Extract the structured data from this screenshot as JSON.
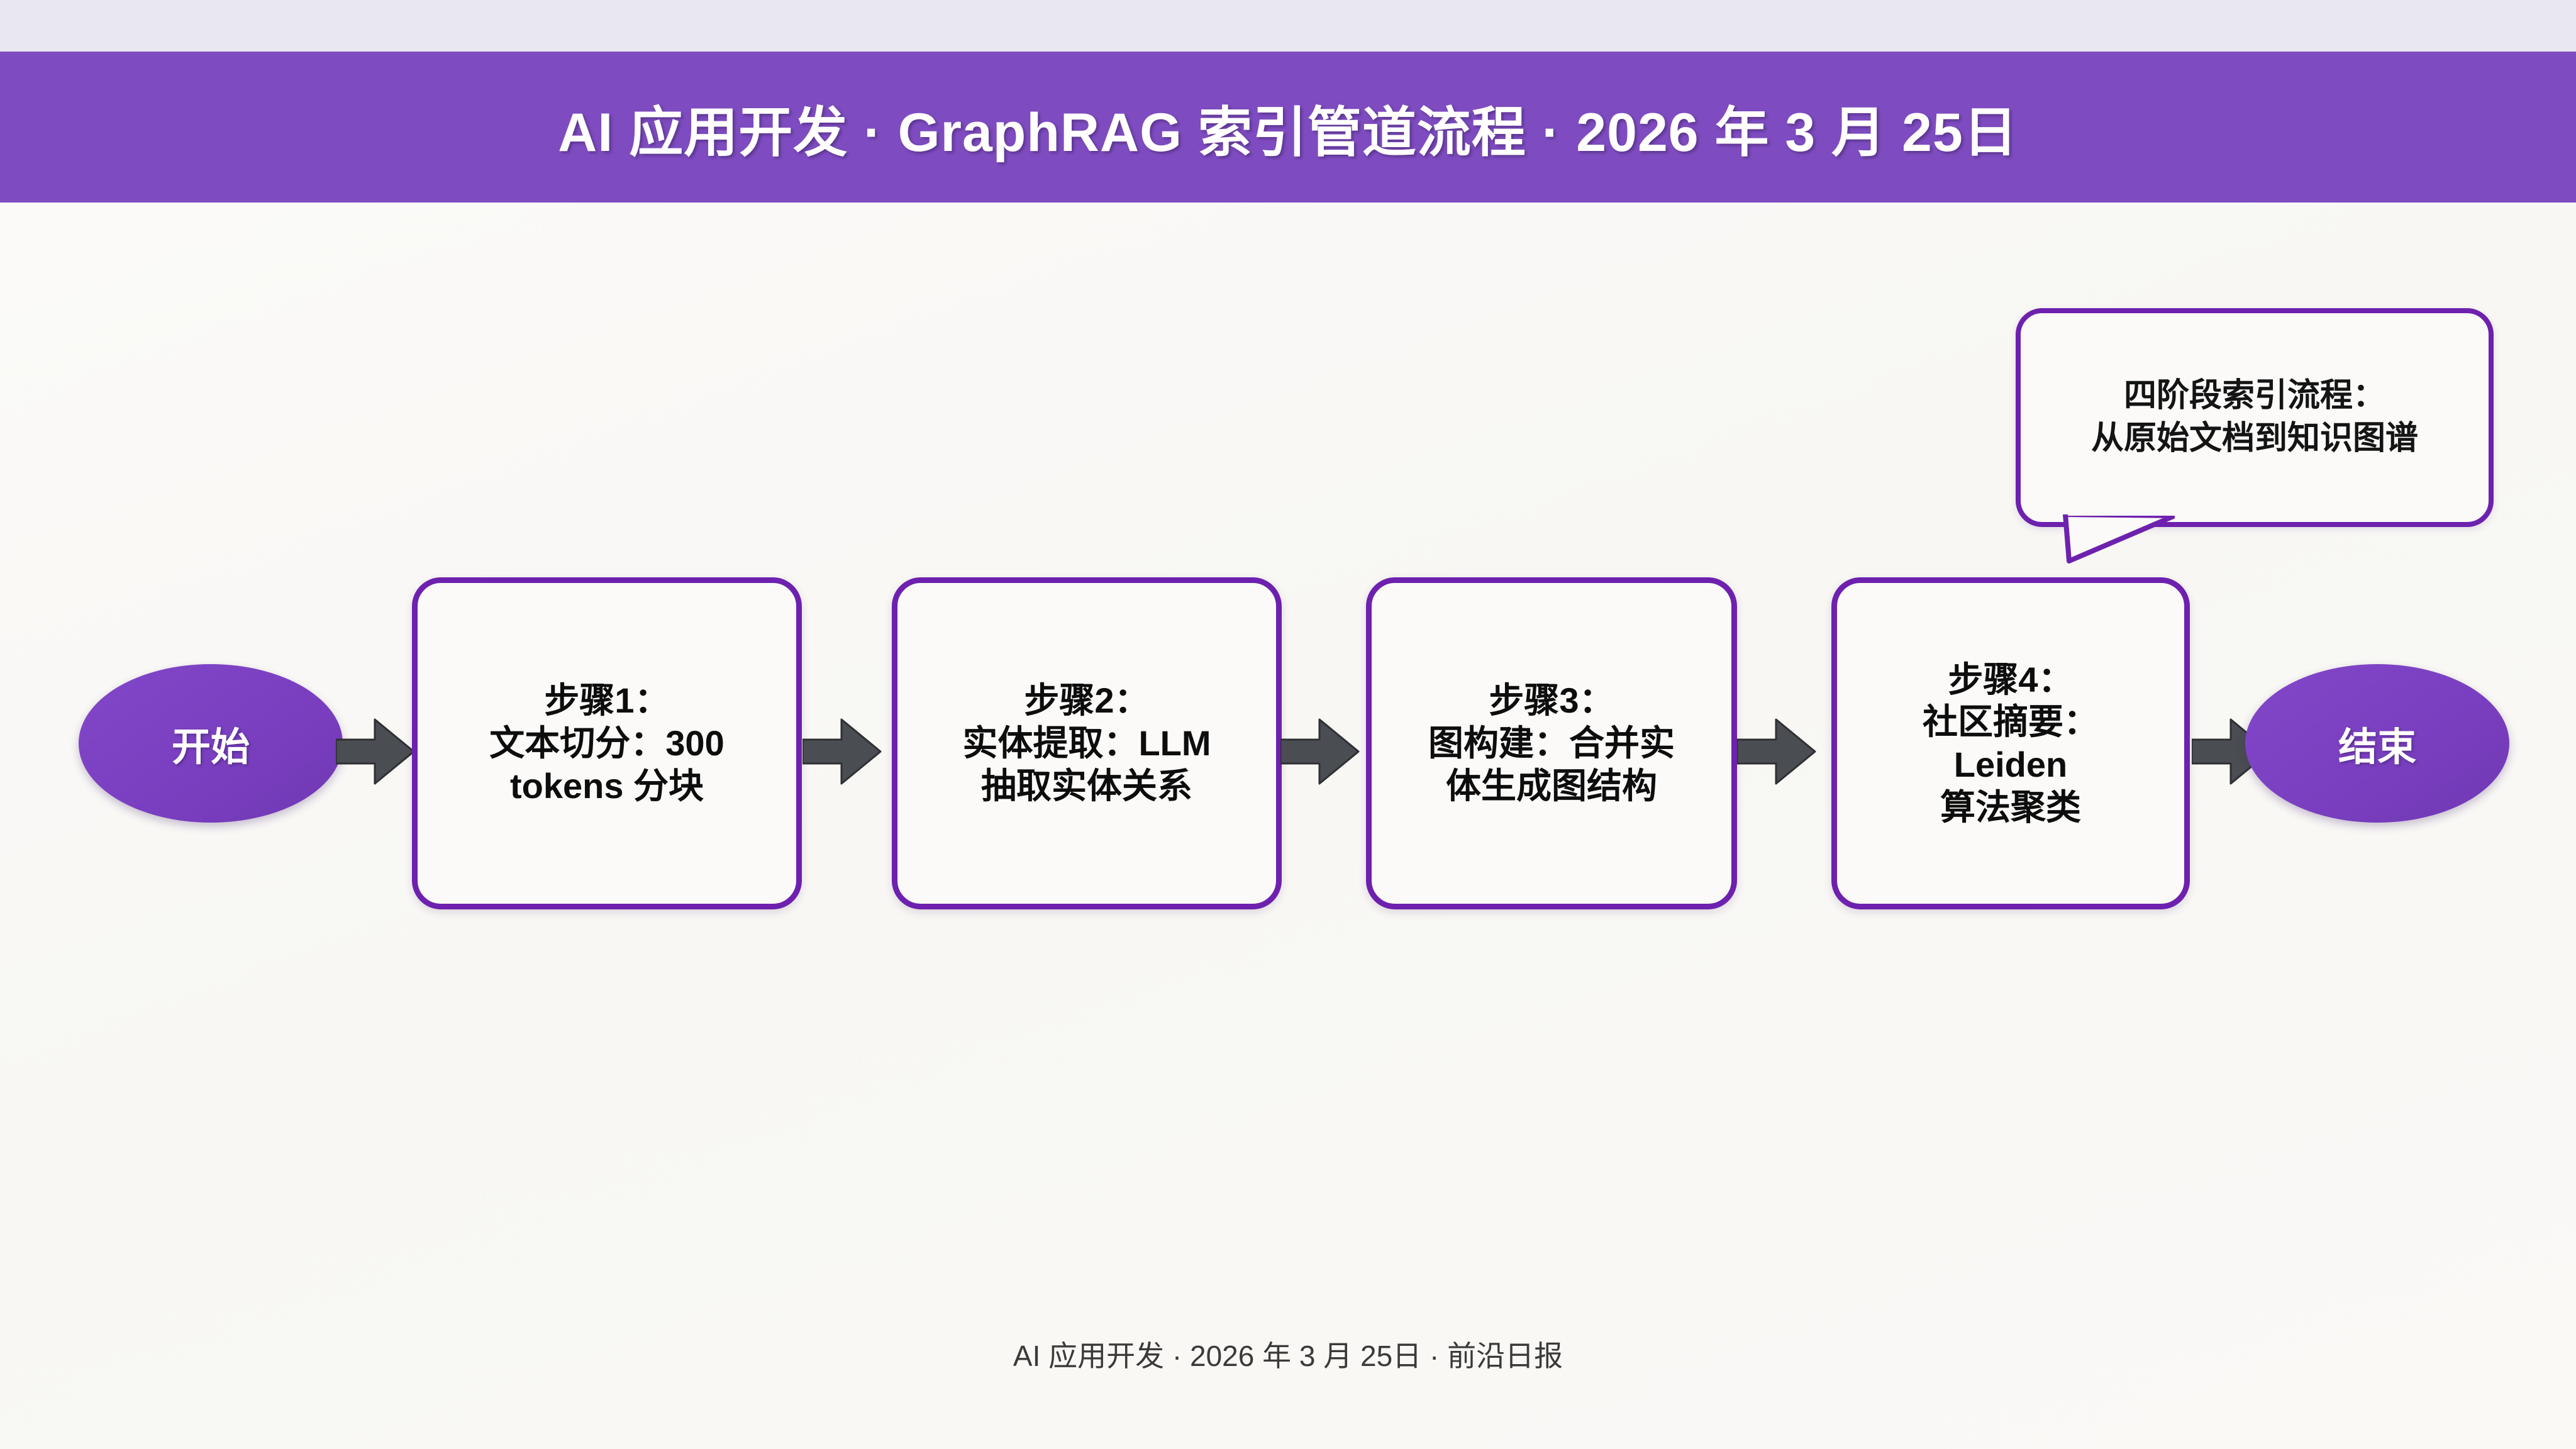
{
  "header": {
    "title": "AI 应用开发  ·  GraphRAG 索引管道流程  ·  2026 年 3 月 25日",
    "band_color": "#7e4cc0",
    "strip_color": "#e9e7f1"
  },
  "theme": {
    "accent_purple": "#7e4cc0",
    "node_border": "#6d21ae",
    "terminator_fill": "#7a3fc0",
    "arrow_fill": "#4a4d52",
    "canvas_bg": "#faf9f7",
    "text_color": "#0d0d0d"
  },
  "flow": {
    "type": "flowchart",
    "orientation": "left-to-right",
    "start": {
      "label": "开始",
      "shape": "ellipse"
    },
    "end": {
      "label": "结束",
      "shape": "ellipse"
    },
    "steps": [
      {
        "id": "step-1",
        "shape": "rounded-rect",
        "lines": [
          "步骤1：",
          "文本切分：300",
          "tokens 分块"
        ]
      },
      {
        "id": "step-2",
        "shape": "rounded-rect",
        "lines": [
          "步骤2：",
          "实体提取：LLM",
          "抽取实体关系"
        ]
      },
      {
        "id": "step-3",
        "shape": "rounded-rect",
        "lines": [
          "步骤3：",
          "图构建：合并实",
          "体生成图结构"
        ]
      },
      {
        "id": "step-4",
        "shape": "rounded-rect",
        "lines": [
          "步骤4：",
          "社区摘要：",
          "Leiden",
          "算法聚类"
        ]
      }
    ],
    "connectors": [
      {
        "from": "开始",
        "to": "步骤1",
        "style": "block-arrow"
      },
      {
        "from": "步骤1",
        "to": "步骤2",
        "style": "block-arrow"
      },
      {
        "from": "步骤2",
        "to": "步骤3",
        "style": "block-arrow"
      },
      {
        "from": "步骤3",
        "to": "步骤4",
        "style": "block-arrow"
      },
      {
        "from": "步骤4",
        "to": "结束",
        "style": "block-arrow"
      }
    ],
    "callout": {
      "anchor": "步骤4",
      "lines": [
        "四阶段索引流程：",
        "从原始文档到知识图谱"
      ]
    }
  },
  "footer": {
    "text": "AI 应用开发 · 2026 年 3 月 25日 · 前沿日报"
  }
}
